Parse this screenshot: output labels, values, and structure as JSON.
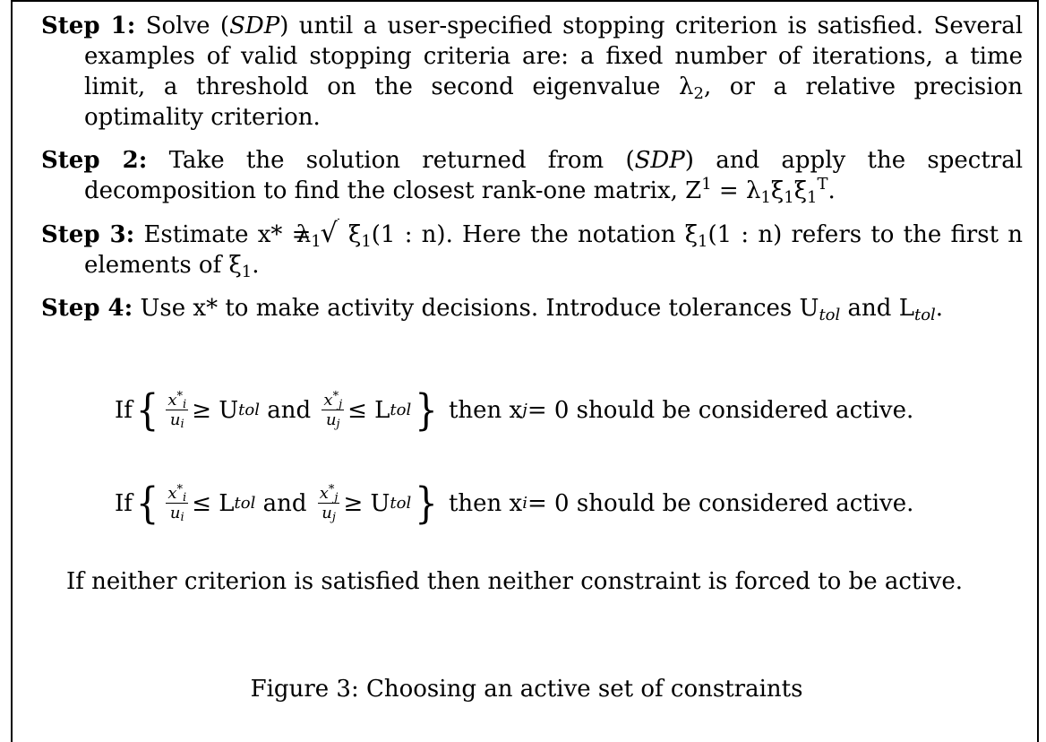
{
  "step1": {
    "label": "Step 1:",
    "text_a": "Solve (",
    "sdp": "SDP",
    "text_b": ") until a user-specified stopping criterion is satisfied. Several examples of valid stopping criteria are: a fixed number of iterations, a time limit, a threshold on the second eigenvalue λ",
    "sub": "2",
    "text_c": ", or a relative precision optimality criterion."
  },
  "step2": {
    "label": "Step 2:",
    "text_a": "Take the solution returned from (",
    "sdp": "SDP",
    "text_b": ") and apply the spectral decomposition to find the closest rank-one matrix, Z",
    "sup1": "1",
    "text_c": " = λ",
    "text_d": "ξ",
    "text_e": "ξ",
    "supT": "T",
    "text_f": "."
  },
  "step3": {
    "label": "Step 3:",
    "text_a": "Estimate x* = ",
    "text_b": " ξ",
    "text_c": "(1 : n). Here the notation ξ",
    "text_d": "(1 : n) refers to the first n elements of ξ",
    "text_e": "."
  },
  "step4": {
    "label": "Step 4:",
    "text_a": "Use x* to make activity decisions. Introduce tolerances U",
    "text_b": " and L",
    "text_c": ".",
    "tol": "tol"
  },
  "cond1": {
    "if": "If",
    "rel1": "≥ U",
    "and": "and",
    "rel2": "≤ L",
    "then": "then x",
    "sub": "j",
    "rest": " = 0 should be considered active."
  },
  "cond2": {
    "if": "If",
    "rel1": "≤ L",
    "and": "and",
    "rel2": "≥ U",
    "then": "then x",
    "sub": "i",
    "rest": " = 0 should be considered active."
  },
  "neither": "If neither criterion is satisfied then neither constraint is forced to be active.",
  "caption": "Figure 3: Choosing an active set of constraints"
}
